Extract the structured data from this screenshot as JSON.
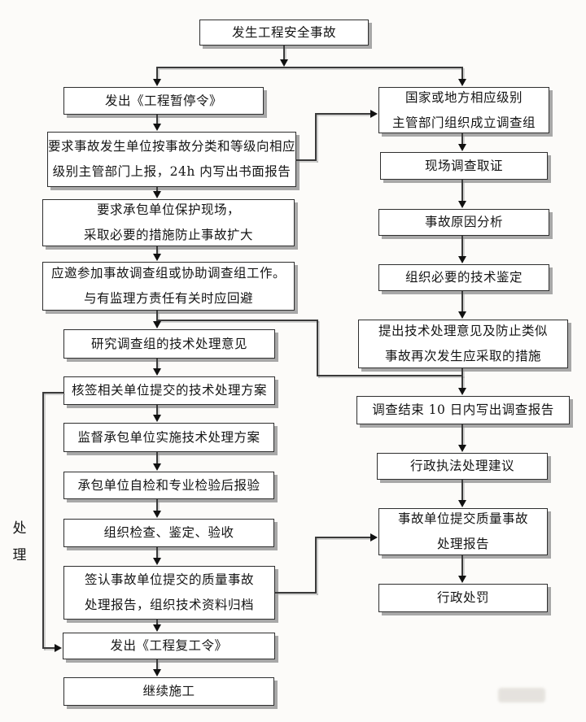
{
  "colors": {
    "background": "#fcfbf9",
    "box_fill": "#ffffff",
    "box_border": "#2e2e2e",
    "box_shadow": "#a8a8a8",
    "line": "#3a3a3a",
    "arrow": "#111111",
    "text": "#141414"
  },
  "side_label": "处理",
  "nodes": {
    "start": "发生工程安全事故",
    "stop_order": "发出《工程暂停令》",
    "report": "要求事故发生单位按事故分类和等级向相应\n级别主管部门上报，24h 内写出书面报告",
    "protect_site": "要求承包单位保护现场，\n采取必要的措施防止事故扩大",
    "join_investigation": "应邀参加事故调查组或协助调查组工作。\n与有监理方责任有关时应回避",
    "study_opinion": "研究调查组的技术处理意见",
    "countersign_plan": "核签相关单位提交的技术处理方案",
    "supervise_implementation": "监督承包单位实施技术处理方案",
    "contractor_inspection": "承包单位自检和专业检验后报验",
    "organize_acceptance": "组织检查、鉴定、验收",
    "countersign_report": "签认事故单位提交的质量事故\n处理报告，组织技术资料归档",
    "resume_order": "发出《工程复工令》",
    "continue_construction": "继续施工",
    "form_team": "国家或地方相应级别\n主管部门组织成立调查组",
    "site_investigation": "现场调查取证",
    "cause_analysis": "事故原因分析",
    "technical_appraisal": "组织必要的技术鉴定",
    "propose_measures": "提出技术处理意见及防止类似\n事故再次发生应采取的措施",
    "investigation_report": "调查结束 10 日内写出调查报告",
    "law_enforcement": "行政执法处理建议",
    "accident_report": "事故单位提交质量事故\n处理报告",
    "admin_penalty": "行政处罚"
  }
}
